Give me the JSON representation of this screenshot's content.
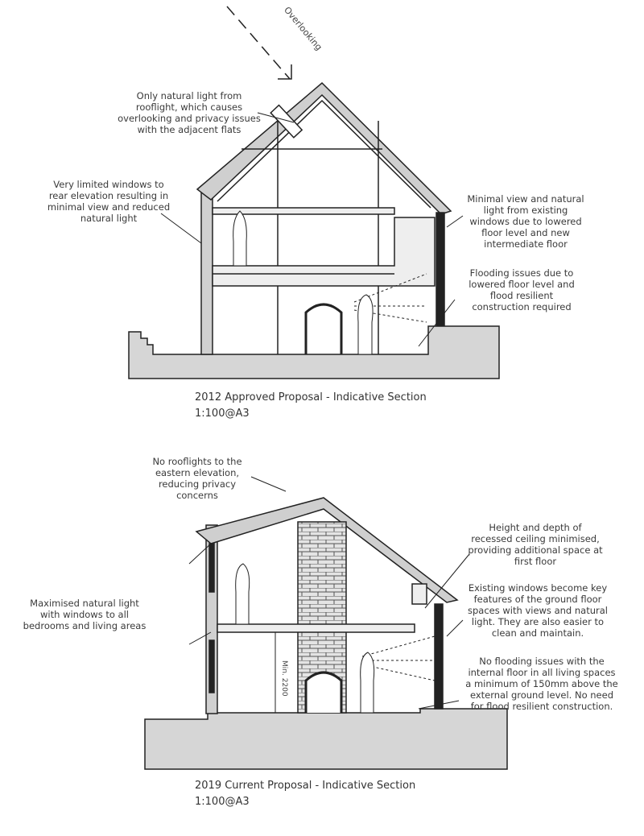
{
  "section_2012": {
    "overlooking_label": "Overlooking",
    "notes": [
      "Only natural light from rooflight, which causes overlooking and privacy issues with the adjacent flats",
      "Very limited windows to rear elevation resulting in minimal view and reduced natural light",
      "Minimal view and natural light from existing windows due to lowered floor level and new intermediate floor",
      "Flooding issues due to lowered floor level and flood resilient construction required"
    ],
    "caption": "2012 Approved Proposal - Indicative Section",
    "scale": "1:100@A3"
  },
  "section_2019": {
    "notes": [
      "No rooflights to the eastern elevation, reducing privacy concerns",
      "Height and depth of recessed ceiling minimised, providing additional space at first floor",
      "Maximised natural light with windows to all bedrooms and living areas",
      "Existing windows become key features of the ground floor spaces with views and natural light. They are also easier to clean and maintain.",
      "No flooding issues with the internal floor in all living spaces a minimum of 150mm above the external ground level. No need for flood resilient construction."
    ],
    "dimension_label": "Min. 2200",
    "caption": "2019 Current Proposal - Indicative Section",
    "scale": "1:100@A3"
  }
}
